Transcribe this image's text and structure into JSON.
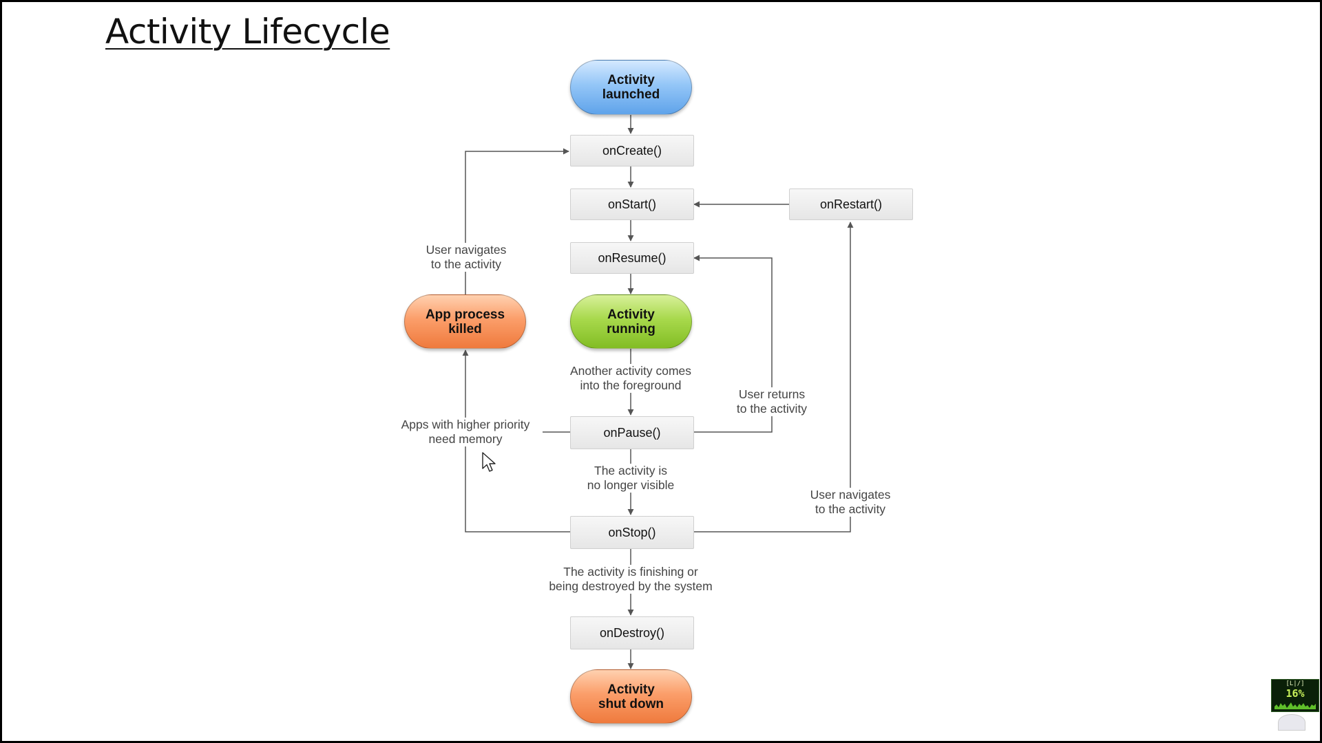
{
  "slide": {
    "title": "Activity Lifecycle"
  },
  "diagram": {
    "states": {
      "launched": "Activity\nlaunched",
      "running": "Activity\nrunning",
      "killed": "App process\nkilled",
      "shutdown": "Activity\nshut down"
    },
    "methods": {
      "onCreate": "onCreate()",
      "onStart": "onStart()",
      "onRestart": "onRestart()",
      "onResume": "onResume()",
      "onPause": "onPause()",
      "onStop": "onStop()",
      "onDestroy": "onDestroy()"
    },
    "labels": {
      "user_navigates_top": "User navigates\nto the activity",
      "another_activity": "Another activity comes\ninto the foreground",
      "user_returns": "User returns\nto the activity",
      "apps_higher_priority": "Apps with higher priority\nneed memory",
      "no_longer_visible": "The activity is\nno longer visible",
      "user_navigates_right": "User navigates\nto the activity",
      "finishing": "The activity is finishing or\nbeing destroyed by the system"
    },
    "colors": {
      "launched": "#7ab6f2",
      "running": "#9acd3c",
      "orange": "#f78c52",
      "method_fill": "#ececec",
      "line": "#555555"
    }
  },
  "overlay": {
    "top_text": "[L|/]",
    "percent": "16%"
  }
}
